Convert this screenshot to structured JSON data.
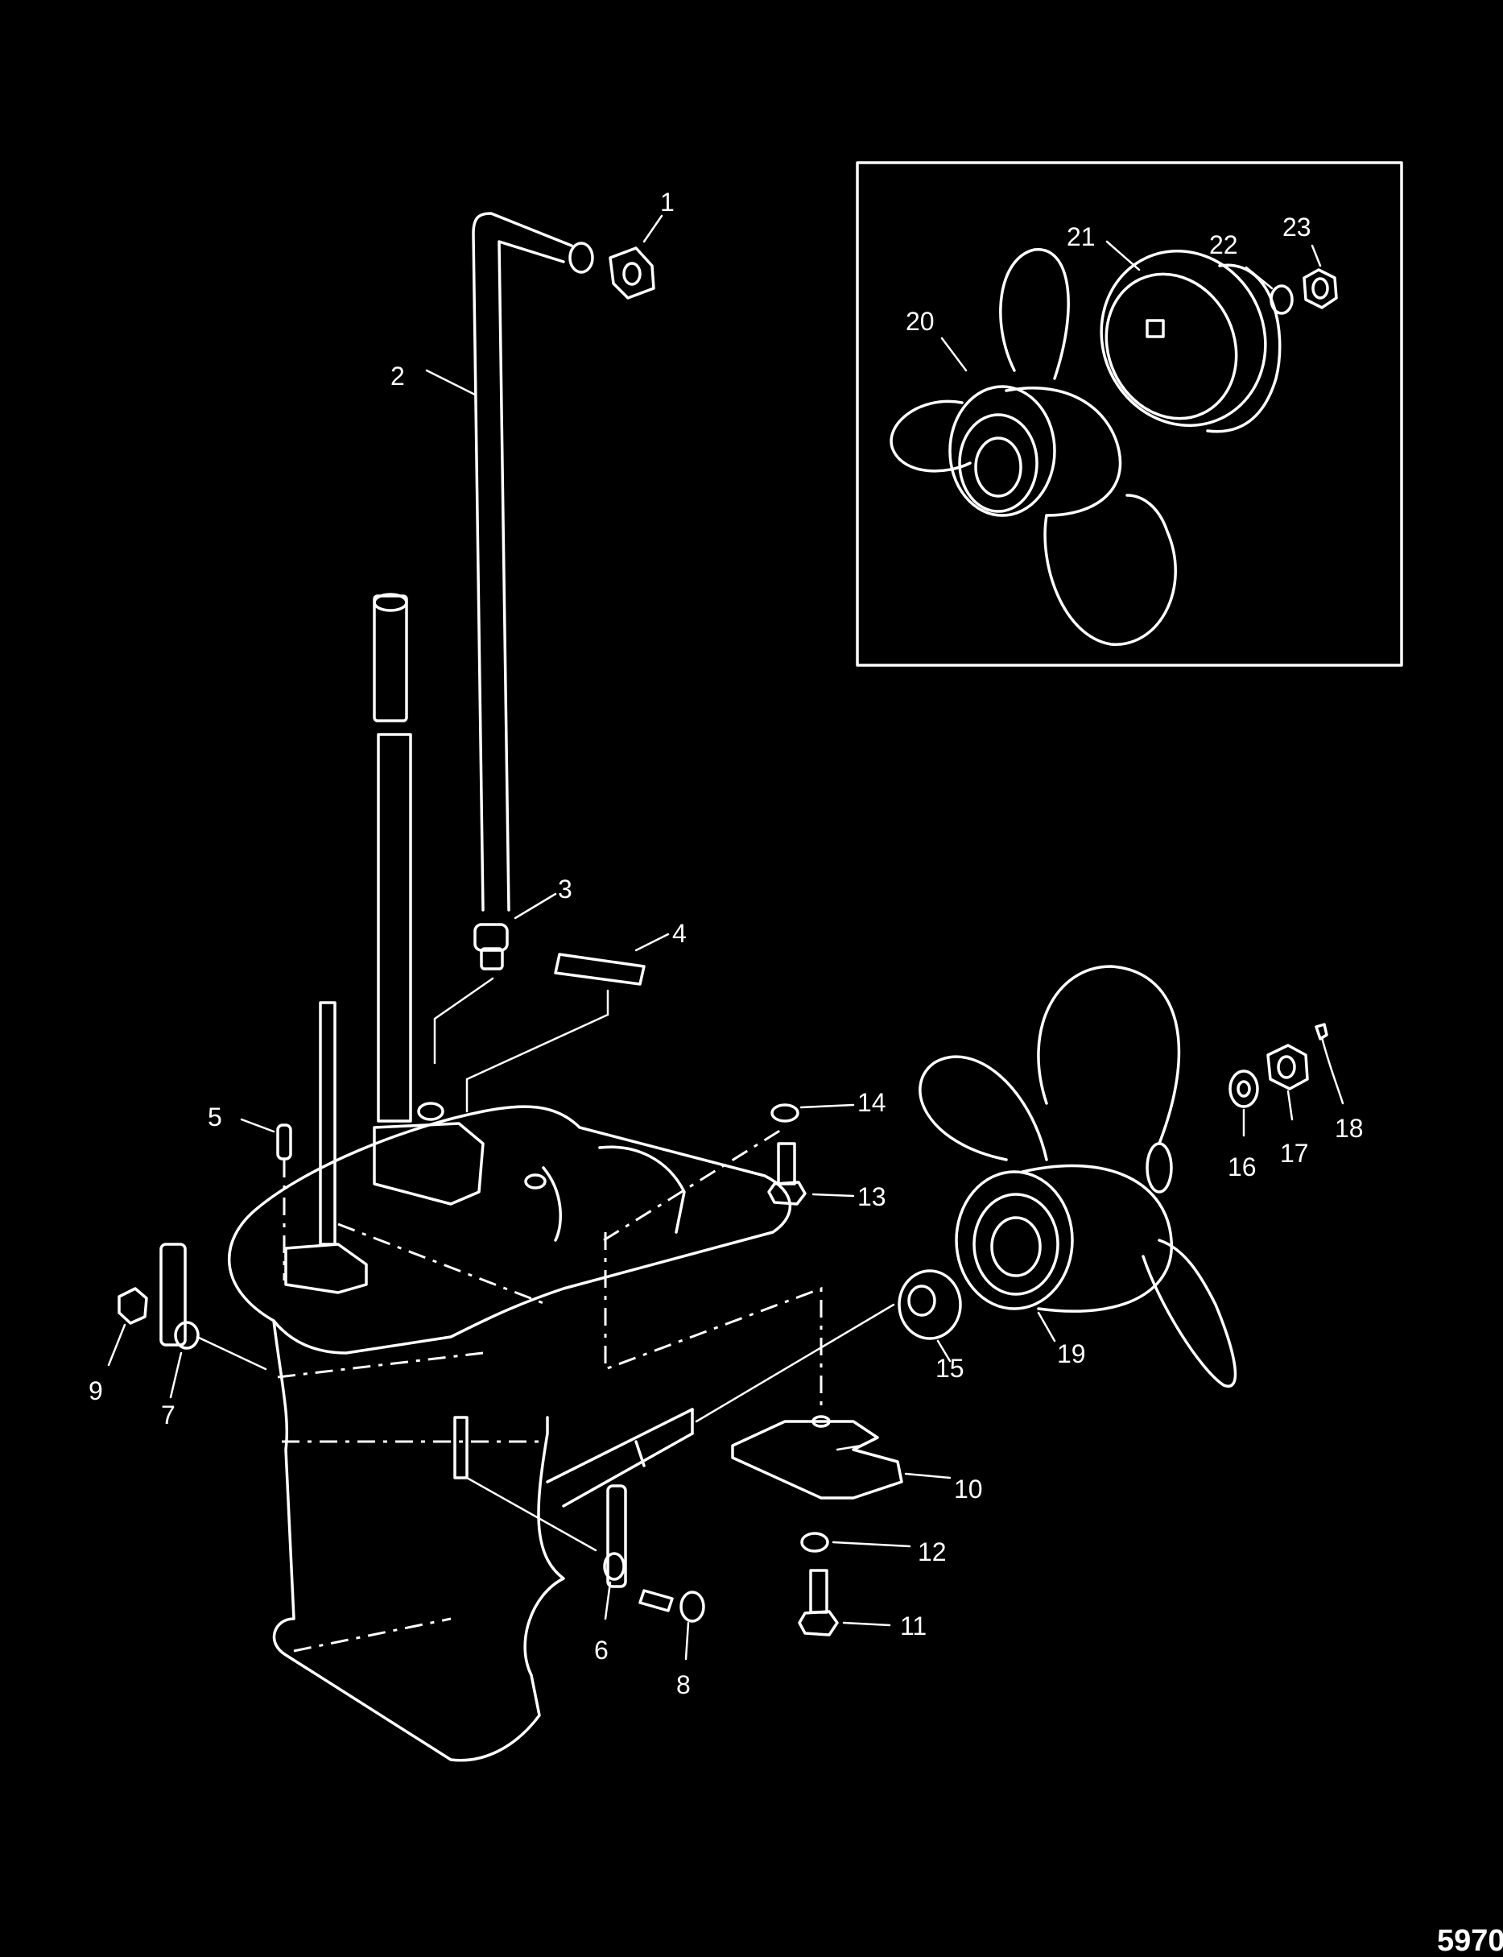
{
  "diagram": {
    "figure_number": "5970",
    "inset_labels": [
      "20",
      "21",
      "22",
      "23"
    ],
    "callouts": [
      "1",
      "2",
      "3",
      "4",
      "5",
      "6",
      "7",
      "8",
      "9",
      "10",
      "11",
      "12",
      "13",
      "14",
      "15",
      "16",
      "17",
      "18",
      "19",
      "20",
      "21",
      "22",
      "23"
    ]
  }
}
